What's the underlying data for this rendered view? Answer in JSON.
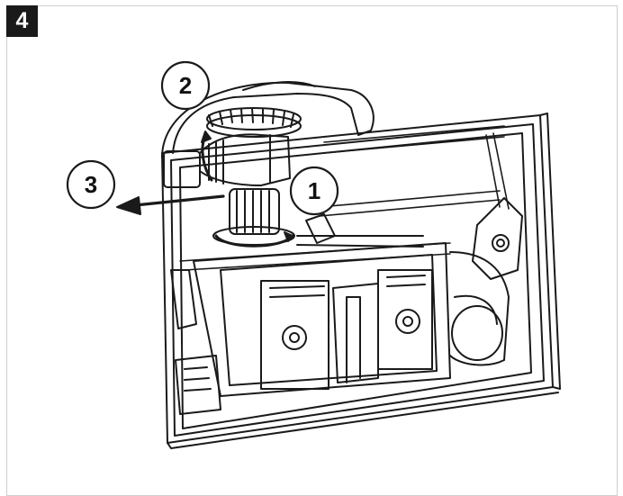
{
  "step": {
    "number": "4"
  },
  "callouts": [
    {
      "id": "c1",
      "label": "1"
    },
    {
      "id": "c2",
      "label": "2"
    },
    {
      "id": "c3",
      "label": "3"
    }
  ],
  "colors": {
    "line": "#1a1a1a",
    "frame": "#cfcfcf",
    "badge_bg": "#1a1a1a",
    "badge_text": "#ffffff"
  }
}
